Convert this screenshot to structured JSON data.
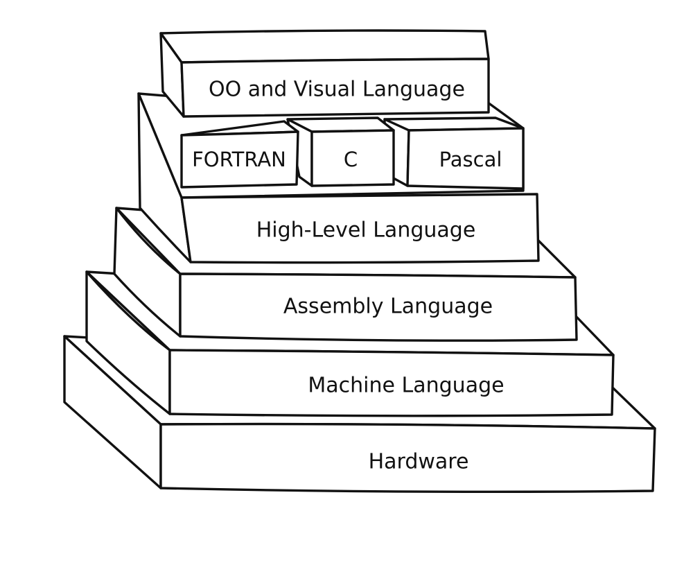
{
  "diagram": {
    "layers": {
      "oo_visual": "OO and Visual Language",
      "fortran": "FORTRAN",
      "c": "C",
      "pascal": "Pascal",
      "high_level": "High-Level Language",
      "assembly": "Assembly Language",
      "machine": "Machine Language",
      "hardware": "Hardware"
    }
  }
}
